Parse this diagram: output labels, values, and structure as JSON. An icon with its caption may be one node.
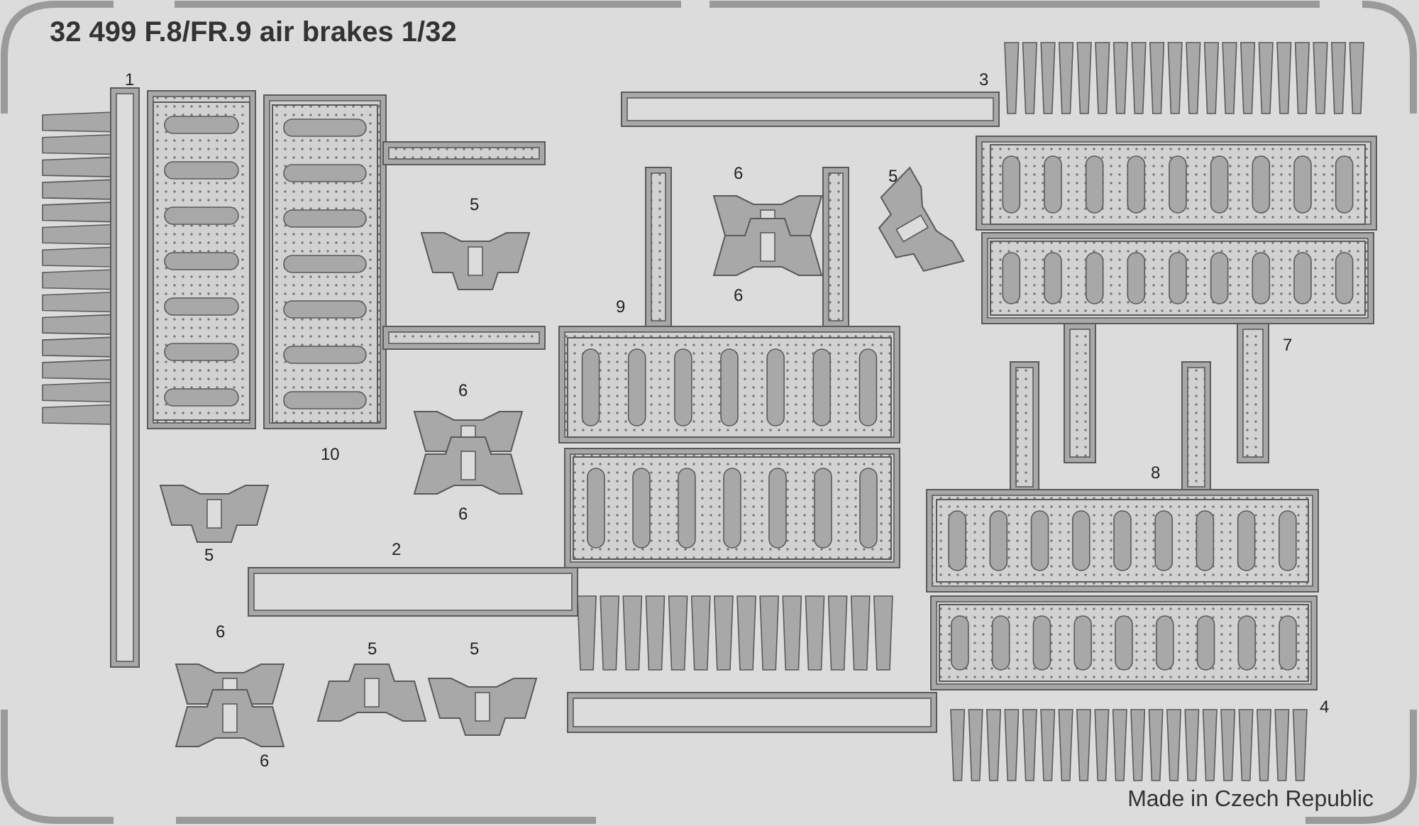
{
  "diagram": {
    "title": "32 499 F.8/FR.9 air brakes 1/32",
    "labels": [
      "1",
      "3",
      "6",
      "5",
      "5",
      "6",
      "9",
      "7",
      "6",
      "10",
      "8",
      "6",
      "2",
      "5",
      "6",
      "5",
      "5",
      "4",
      "6",
      "Made in Czech Republic"
    ]
  }
}
